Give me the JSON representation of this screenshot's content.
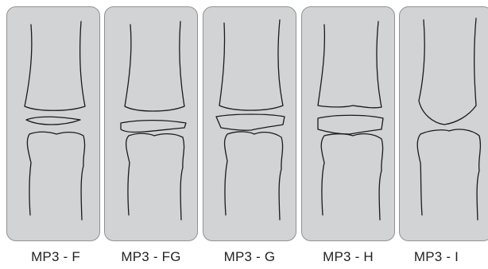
{
  "stages": [
    {
      "label": "MP3 - F"
    },
    {
      "label": "MP3 - FG"
    },
    {
      "label": "MP3 - G"
    },
    {
      "label": "MP3 - H"
    },
    {
      "label": "MP3 - I"
    }
  ]
}
